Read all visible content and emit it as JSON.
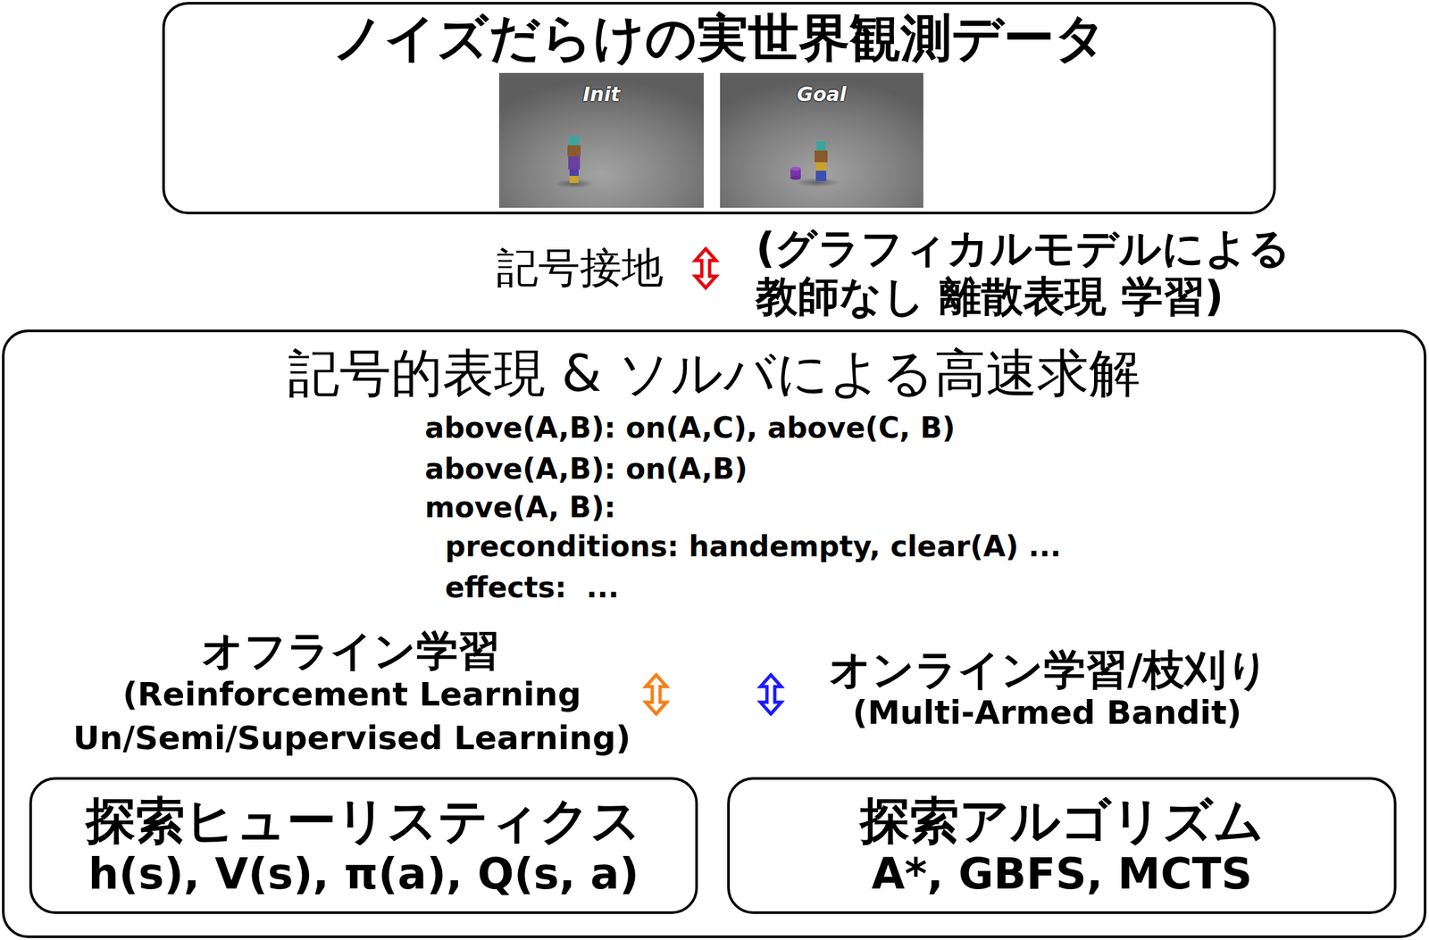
{
  "diagram": {
    "nodes": [
      {
        "text": [
          "ノイズだらけの実世界観測データ"
        ]
      },
      {
        "text": [
          "記号的表現 & ソルバによる高速求解"
        ]
      },
      {
        "text": [
          "探索ヒューリスティクス",
          "h(s), V(s), π(a), Q(s, a)"
        ],
        "in": 1
      },
      {
        "text": [
          "探索アルゴリズム",
          "A*, GBFS, MCTS"
        ],
        "in": 1
      }
    ],
    "labels": [
      "Init",
      "Goal",
      "記号接地",
      "(グラフィカルモデルによる 教師なし 離散表現 学習)",
      "above(A,B): on(A,C), above(C, B)",
      "above(A,B): on(A,B)",
      "move(A, B):",
      "preconditions: handempty, clear(A) ...",
      "effects:  ...",
      "オフライン学習",
      "(Reinforcement Learning Un/Semi/Supervised Learning)",
      "オンライン学習/枝刈り",
      "(Multi-Armed Bandit)"
    ]
  }
}
